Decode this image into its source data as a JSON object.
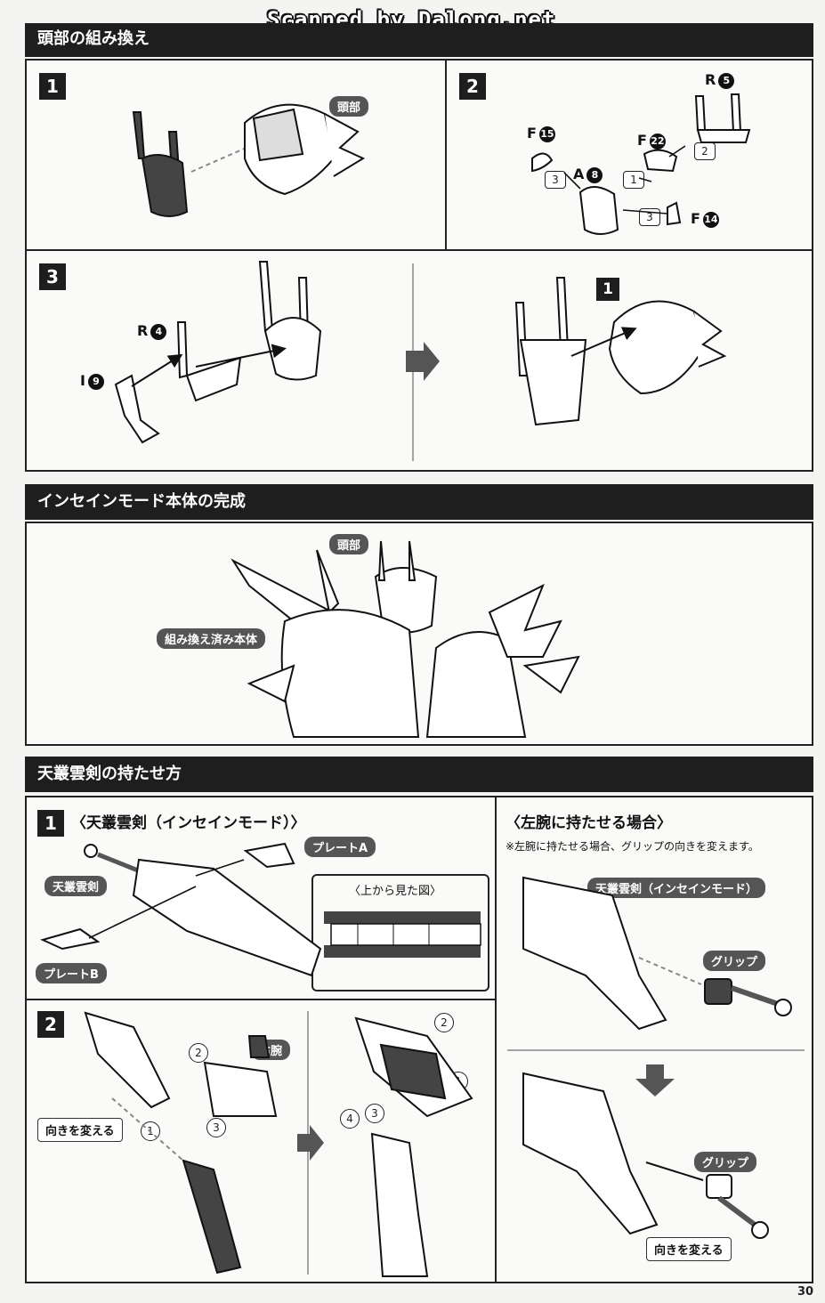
{
  "watermark": "Scanned by Dalong.net",
  "page_number": "30",
  "section1": {
    "title": "頭部の組み換え",
    "step1": {
      "num": "1",
      "label_head": "頭部"
    },
    "step2": {
      "num": "2",
      "parts": [
        {
          "letter": "R",
          "num": "5"
        },
        {
          "letter": "F",
          "num": "15"
        },
        {
          "letter": "F",
          "num": "22"
        },
        {
          "letter": "A",
          "num": "8"
        },
        {
          "letter": "F",
          "num": "14"
        }
      ],
      "order": [
        "1",
        "2",
        "3",
        "3"
      ]
    },
    "step3": {
      "num": "3",
      "parts": [
        {
          "letter": "R",
          "num": "4"
        },
        {
          "letter": "I",
          "num": "9"
        }
      ],
      "ref": "1"
    }
  },
  "section2": {
    "title": "インセインモード本体の完成",
    "label_head": "頭部",
    "label_body": "組み換え済み本体"
  },
  "section3": {
    "title": "天叢雲剣の持たせ方",
    "step1": {
      "num": "1",
      "subtitle": "〈天叢雲剣（インセインモード）〉",
      "label_sword": "天叢雲剣",
      "label_plate_a": "プレートA",
      "label_plate_b": "プレートB",
      "inset_title": "〈上から見た図〉"
    },
    "left_arm": {
      "subtitle": "〈左腕に持たせる場合〉",
      "note": "※左腕に持たせる場合、グリップの向きを変えます。",
      "label_sword": "天叢雲剣（インセインモード）",
      "label_grip": "グリップ",
      "label_grip2": "グリップ",
      "label_turn": "向きを変える"
    },
    "step2": {
      "num": "2",
      "label_right_arm": "右腕",
      "label_turn": "向きを変える",
      "order": [
        "1",
        "2",
        "3",
        "1",
        "2",
        "3",
        "4"
      ]
    }
  }
}
